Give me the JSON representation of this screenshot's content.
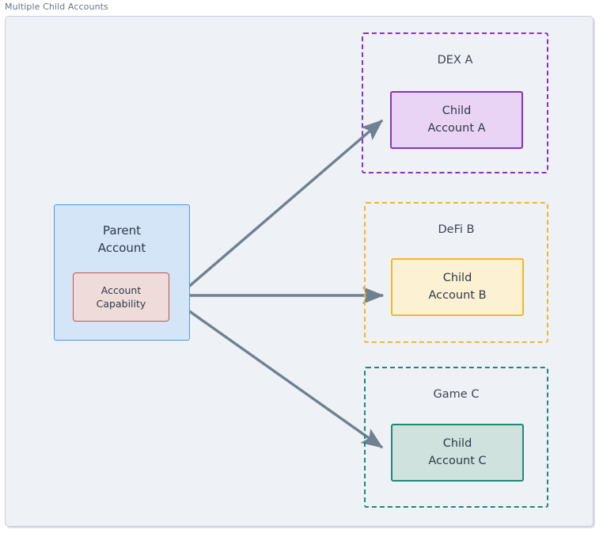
{
  "diagram": {
    "title": "Multiple Child Accounts",
    "background_color": "#eef1f5",
    "frame_border_color": "#c9cfd9",
    "edge_color": "#6f8191"
  },
  "parent": {
    "label": "Parent\nAccount",
    "fill": "#d4e5f7",
    "stroke": "#4a9bea",
    "capability": {
      "label": "Account\nCapability",
      "fill": "#efdcda",
      "stroke": "#b35a57"
    }
  },
  "groups": [
    {
      "id": "dex-a",
      "title": "DEX A",
      "stroke": "#8b2fd0",
      "child": {
        "label": "Child\nAccount A",
        "fill": "#e9d4f6",
        "stroke": "#8b2fd0"
      }
    },
    {
      "id": "defi-b",
      "title": "DeFi B",
      "stroke": "#f4b728",
      "child": {
        "label": "Child\nAccount B",
        "fill": "#fdf1d4",
        "stroke": "#f4b728"
      }
    },
    {
      "id": "game-c",
      "title": "Game C",
      "stroke": "#1d8a76",
      "child": {
        "label": "Child\nAccount C",
        "fill": "#cfe2de",
        "stroke": "#1d8a76"
      }
    }
  ],
  "edges": [
    {
      "id": "edge-capability-to-child-a",
      "from": "account-capability",
      "to": "child-account-a"
    },
    {
      "id": "edge-capability-to-child-b",
      "from": "account-capability",
      "to": "child-account-b"
    },
    {
      "id": "edge-capability-to-child-c",
      "from": "account-capability",
      "to": "child-account-c"
    }
  ]
}
